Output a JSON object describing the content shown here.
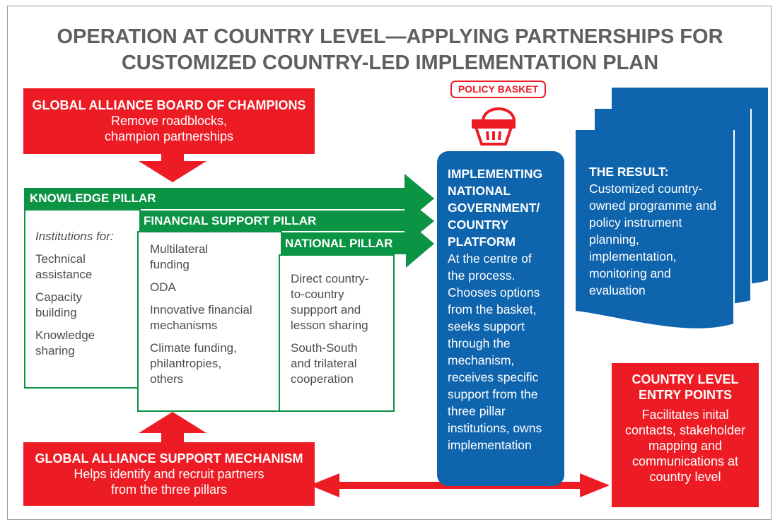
{
  "title": {
    "line1": "OPERATION AT COUNTRY LEVEL—APPLYING PARTNERSHIPS FOR",
    "line2": "CUSTOMIZED COUNTRY-LED IMPLEMENTATION PLAN"
  },
  "board": {
    "heading": "GLOBAL ALLIANCE BOARD OF CHAMPIONS",
    "line1": "Remove roadblocks,",
    "line2": "champion partnerships"
  },
  "support": {
    "heading": "GLOBAL ALLIANCE  SUPPORT MECHANISM",
    "line1": "Helps identify and recruit partners",
    "line2": "from the three pillars"
  },
  "pillars": {
    "knowledge": {
      "label": "KNOWLEDGE PILLAR",
      "intro": "Institutions for:",
      "items": [
        [
          "Technical",
          "assistance"
        ],
        [
          "Capacity",
          "building"
        ],
        [
          "Knowledge",
          "sharing"
        ]
      ]
    },
    "financial": {
      "label": "FINANCIAL SUPPORT PILLAR",
      "items": [
        [
          "Multilateral",
          "funding"
        ],
        [
          "ODA"
        ],
        [
          "Innovative financial",
          "mechanisms"
        ],
        [
          "Climate funding,",
          "philantropies,",
          "others"
        ]
      ]
    },
    "national": {
      "label": "NATIONAL PILLAR",
      "items": [
        [
          "Direct country-",
          "to-country",
          "suppport and",
          "lesson sharing"
        ],
        [
          "South-South",
          "and trilateral",
          "cooperation"
        ]
      ]
    }
  },
  "basket": {
    "label": "POLICY BASKET"
  },
  "center": {
    "heading": [
      "IMPLEMENTING",
      "NATIONAL",
      "GOVERNMENT/",
      "COUNTRY",
      "PLATFORM"
    ],
    "text": [
      "At the centre of",
      "the process.",
      "Chooses options",
      "from the basket,",
      "seeks support",
      "through the",
      "mechanism,",
      "receives specific",
      "support from the",
      "three pillar",
      "institutions, owns",
      "implementation"
    ]
  },
  "result": {
    "heading": "THE RESULT:",
    "text": [
      "Customized country-",
      "owned programme and",
      "policy instrument",
      "planning,",
      "implementation,",
      "monitoring and",
      "evaluation"
    ]
  },
  "entry": {
    "heading": [
      "COUNTRY LEVEL",
      "ENTRY POINTS"
    ],
    "text": [
      "Facilitates inital",
      "contacts, stakeholder",
      "mapping and",
      "communications at",
      "country level"
    ]
  },
  "colors": {
    "red": "#ed1c24",
    "green": "#0b9444",
    "blue": "#0e64ad",
    "title_gray": "#5f5f5f"
  },
  "icons": {
    "basket": "shopping-basket-icon"
  }
}
